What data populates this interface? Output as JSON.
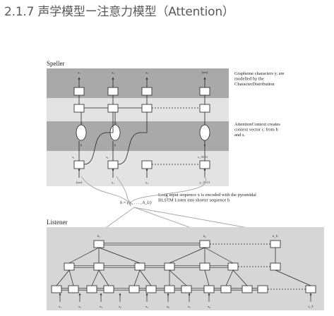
{
  "heading": "2.1.7 声学模型ー注意力模型（Attention）",
  "speller": {
    "title": "Speller",
    "outputs": [
      "y₁",
      "y₂",
      "y₃",
      "⟨eos⟩"
    ],
    "inputs": [
      "⟨sos⟩",
      "y₁",
      "y₂",
      "y_{S-1}"
    ],
    "states": [
      "s₁",
      "s₂",
      "s_{S-1}"
    ],
    "contexts": [
      "c₁",
      "c₂"
    ],
    "h_label": "h"
  },
  "annotations": {
    "grapheme": "Grapheme characters yᵢ are modelled by the CharacterDistribution",
    "attention": "AttentionContext creates context vector cᵢ from h and sᵢ",
    "listener_note": "Long input sequence x is encoded with the pyramidal BLSTM Listen into shorter sequence h",
    "h_def": "h = (h₁, . . . , h_U)"
  },
  "listener": {
    "title": "Listener",
    "top": [
      "h₁",
      "h₂",
      "h_U"
    ],
    "inputs": [
      "x₁",
      "x₂",
      "x₃",
      "x₄",
      "x₅",
      "x₆",
      "x₇",
      "x₈",
      "x_T"
    ]
  },
  "colors": {
    "band_dark": "#a9a9a9",
    "band_light": "#e3e3e3",
    "panel": "#d6d6d6"
  }
}
